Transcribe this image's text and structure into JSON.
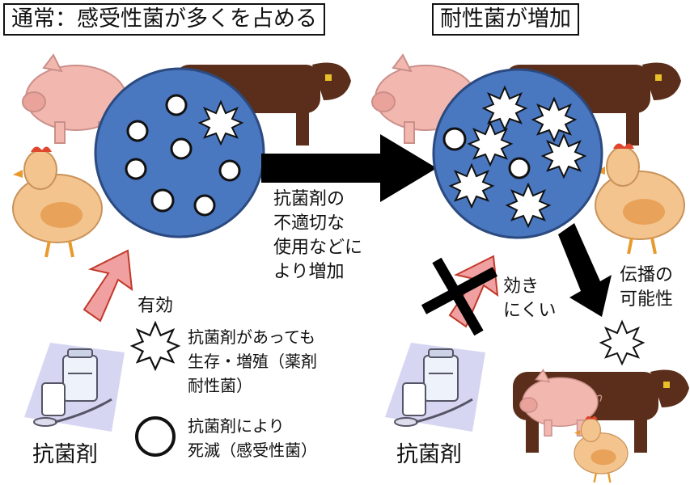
{
  "titles": {
    "left": "通常：感受性菌が多くを占める",
    "right": "耐性菌が増加"
  },
  "arrow_main_label": [
    "抗菌剤の",
    "不適切な",
    "使用などに",
    "より増加"
  ],
  "effective_label": "有効",
  "hard_to_work_label": [
    "効き",
    "にくい"
  ],
  "spread_label": [
    "伝播の",
    "可能性"
  ],
  "legend": {
    "resistant": [
      "抗菌剤があっても",
      "生存・増殖（薬剤",
      "耐性菌）"
    ],
    "susceptible": [
      "抗菌剤により",
      "死滅（感受性菌）"
    ]
  },
  "drug_label_left": "抗菌剤",
  "drug_label_right": "抗菌剤",
  "colors": {
    "dish": "#4a78c0",
    "dish_outline": "#2b4a80",
    "arrow": "#000000",
    "effective_arrow": "#f0a0a0",
    "effective_arrow_outline": "#c0392b",
    "pig": "#f2b8b0",
    "cow": "#5a2e1a",
    "chicken": "#f3c48e"
  }
}
